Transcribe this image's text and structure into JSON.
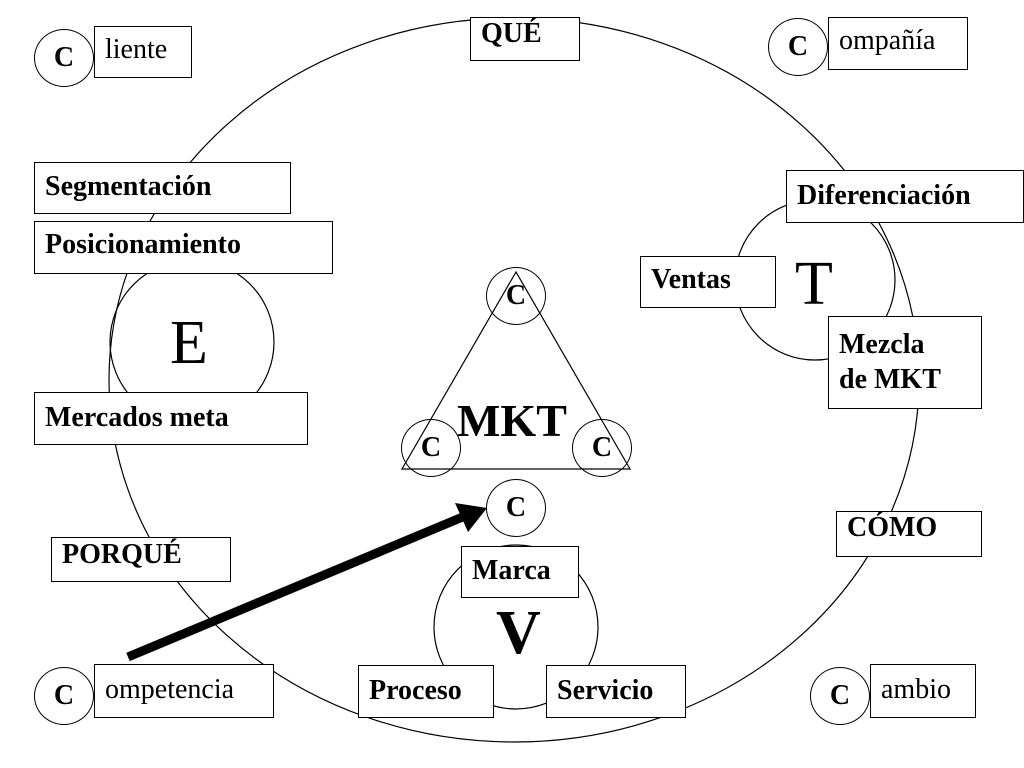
{
  "corners": {
    "cliente": {
      "letter": "C",
      "rest": "liente"
    },
    "compania": {
      "letter": "C",
      "rest": "ompañía"
    },
    "competencia": {
      "letter": "C",
      "rest": "ompetencia"
    },
    "cambio": {
      "letter": "C",
      "rest": "ambio"
    }
  },
  "questions": {
    "que": "QUÉ",
    "porque": "PORQUÉ",
    "como": "CÓMO"
  },
  "e_group": {
    "letter": "E",
    "items": [
      "Segmentación",
      "Posicionamiento",
      "Mercados meta"
    ]
  },
  "t_group": {
    "letter": "T",
    "diferenciacion": "Diferenciación",
    "ventas": "Ventas",
    "mezcla_line1": "Mezcla",
    "mezcla_line2": "de MKT"
  },
  "center": {
    "label": "MKT",
    "vertex_top": "C",
    "vertex_left": "C",
    "vertex_right": "C",
    "below": "C"
  },
  "v_group": {
    "letter": "V",
    "marca": "Marca",
    "proceso": "Proceso",
    "servicio": "Servicio"
  }
}
